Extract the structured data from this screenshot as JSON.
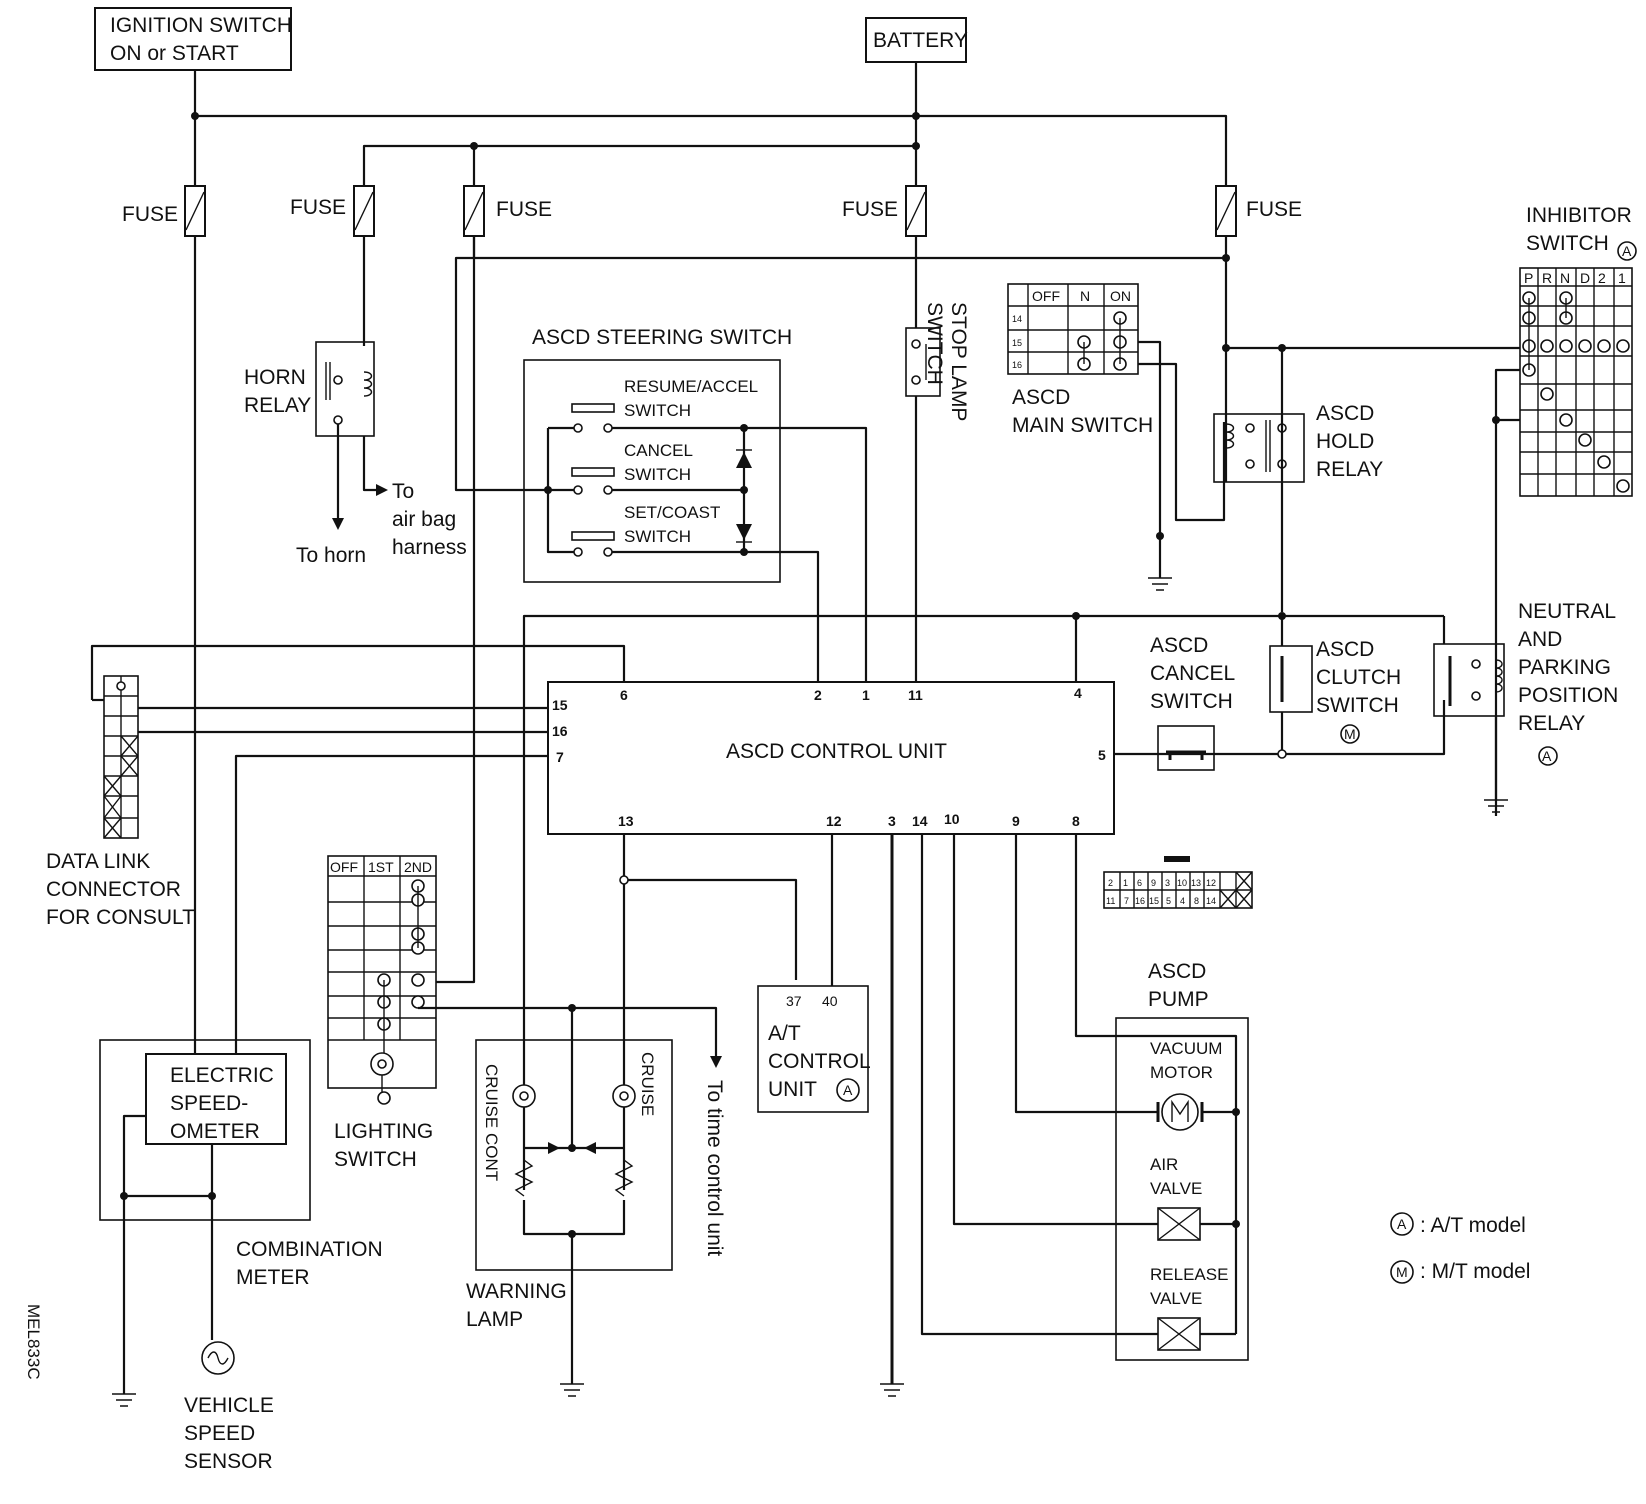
{
  "power": {
    "ignition_line1": "IGNITION SWITCH",
    "ignition_line2": "ON or START",
    "battery": "BATTERY"
  },
  "fuse_label": "FUSE",
  "horn_relay": {
    "line1": "HORN",
    "line2": "RELAY",
    "to_horn": "To horn",
    "to_airbag1": "To",
    "to_airbag2": "air bag",
    "to_airbag3": "harness"
  },
  "steering_switch": {
    "title": "ASCD STEERING SWITCH",
    "resume1": "RESUME/ACCEL",
    "resume2": "SWITCH",
    "cancel1": "CANCEL",
    "cancel2": "SWITCH",
    "set1": "SET/COAST",
    "set2": "SWITCH"
  },
  "stop_lamp": {
    "line1": "STOP LAMP",
    "line2": "SWITCH"
  },
  "main_switch": {
    "line1": "ASCD",
    "line2": "MAIN SWITCH",
    "cols": [
      "OFF",
      "N",
      "ON"
    ],
    "rows": [
      "14",
      "15",
      "16"
    ]
  },
  "hold_relay": {
    "line1": "ASCD",
    "line2": "HOLD",
    "line3": "RELAY"
  },
  "inhibitor": {
    "line1": "INHIBITOR",
    "line2": "SWITCH",
    "cols": [
      "P",
      "R",
      "N",
      "D",
      "2",
      "1"
    ]
  },
  "control_unit": {
    "title": "ASCD CONTROL UNIT",
    "pins_top": [
      "6",
      "2",
      "1",
      "11",
      "4"
    ],
    "pins_left": [
      "15",
      "16",
      "7"
    ],
    "pins_right": [
      "5"
    ],
    "pins_bottom": [
      "13",
      "12",
      "3",
      "14",
      "10",
      "9",
      "8"
    ]
  },
  "cancel_switch": {
    "line1": "ASCD",
    "line2": "CANCEL",
    "line3": "SWITCH"
  },
  "clutch_switch": {
    "line1": "ASCD",
    "line2": "CLUTCH",
    "line3": "SWITCH"
  },
  "neutral_relay": {
    "line1": "NEUTRAL",
    "line2": "AND",
    "line3": "PARKING",
    "line4": "POSITION",
    "line5": "RELAY"
  },
  "data_link": {
    "line1": "DATA LINK",
    "line2": "CONNECTOR",
    "line3": "FOR CONSULT"
  },
  "lighting_switch": {
    "line1": "LIGHTING",
    "line2": "SWITCH",
    "cols": [
      "OFF",
      "1ST",
      "2ND"
    ]
  },
  "connector_pins": {
    "row1": [
      "2",
      "1",
      "6",
      "9",
      "3",
      "10",
      "13",
      "12"
    ],
    "row2": [
      "11",
      "7",
      "16",
      "15",
      "5",
      "4",
      "8",
      "14"
    ]
  },
  "at_unit": {
    "pins": [
      "37",
      "40"
    ],
    "line1": "A/T",
    "line2": "CONTROL",
    "line3": "UNIT"
  },
  "warning_lamp": {
    "line1": "WARNING",
    "line2": "LAMP",
    "cruise_cont": "CRUISE CONT",
    "cruise": "CRUISE"
  },
  "time_control": "To time control unit",
  "combination_meter": {
    "speedo1": "ELECTRIC",
    "speedo2": "SPEED-",
    "speedo3": "OMETER",
    "line1": "COMBINATION",
    "line2": "METER"
  },
  "speed_sensor": {
    "line1": "VEHICLE",
    "line2": "SPEED",
    "line3": "SENSOR"
  },
  "pump": {
    "line1": "ASCD",
    "line2": "PUMP",
    "vac1": "VACUUM",
    "vac2": "MOTOR",
    "air1": "AIR",
    "air2": "VALVE",
    "rel1": "RELEASE",
    "rel2": "VALVE"
  },
  "legend": {
    "a_mark": "A",
    "a_text": ": A/T model",
    "m_mark": "M",
    "m_text": ": M/T model"
  },
  "figure_code": "MEL833C"
}
